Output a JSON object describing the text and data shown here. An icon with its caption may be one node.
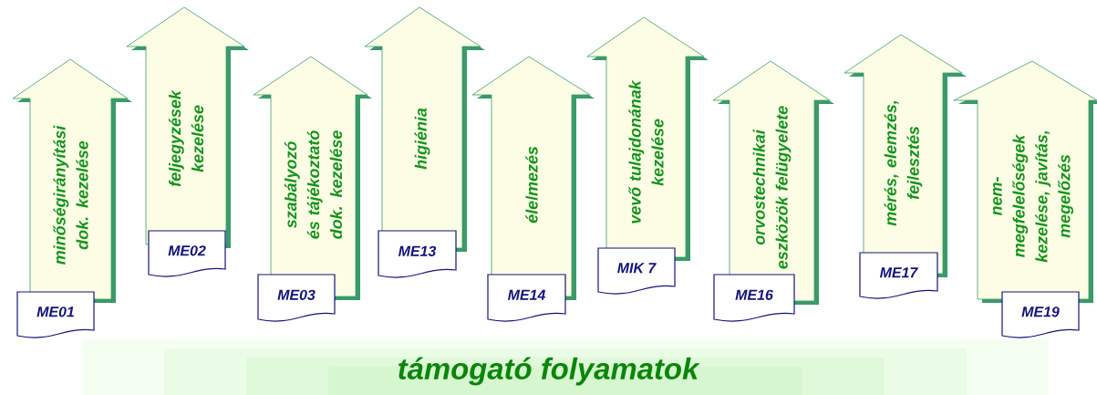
{
  "diagram": {
    "title": "támogató folyamatok",
    "nodes": [
      {
        "text": [
          "minőségirányítási dok. kezelése"
        ]
      },
      {
        "text": [
          "ME01"
        ]
      },
      {
        "text": [
          "feljegyzések kezelése"
        ]
      },
      {
        "text": [
          "ME02"
        ]
      },
      {
        "text": [
          "szabályozó és tájékoztató dok. kezelése"
        ]
      },
      {
        "text": [
          "ME03"
        ]
      },
      {
        "text": [
          "higiénia"
        ]
      },
      {
        "text": [
          "ME13"
        ]
      },
      {
        "text": [
          "élelmezés"
        ]
      },
      {
        "text": [
          "ME14"
        ]
      },
      {
        "text": [
          "vevő tulajdonának kezelése"
        ]
      },
      {
        "text": [
          "MIK 7"
        ]
      },
      {
        "text": [
          "orvostechnikai eszközök felügyelete"
        ]
      },
      {
        "text": [
          "ME16"
        ]
      },
      {
        "text": [
          "mérés, elemzés, fejlesztés"
        ]
      },
      {
        "text": [
          "ME17"
        ]
      },
      {
        "text": [
          "nem-megfelelőségek kezelése, javítás, megelőzés"
        ]
      },
      {
        "text": [
          "ME19"
        ]
      }
    ],
    "edges": []
  }
}
